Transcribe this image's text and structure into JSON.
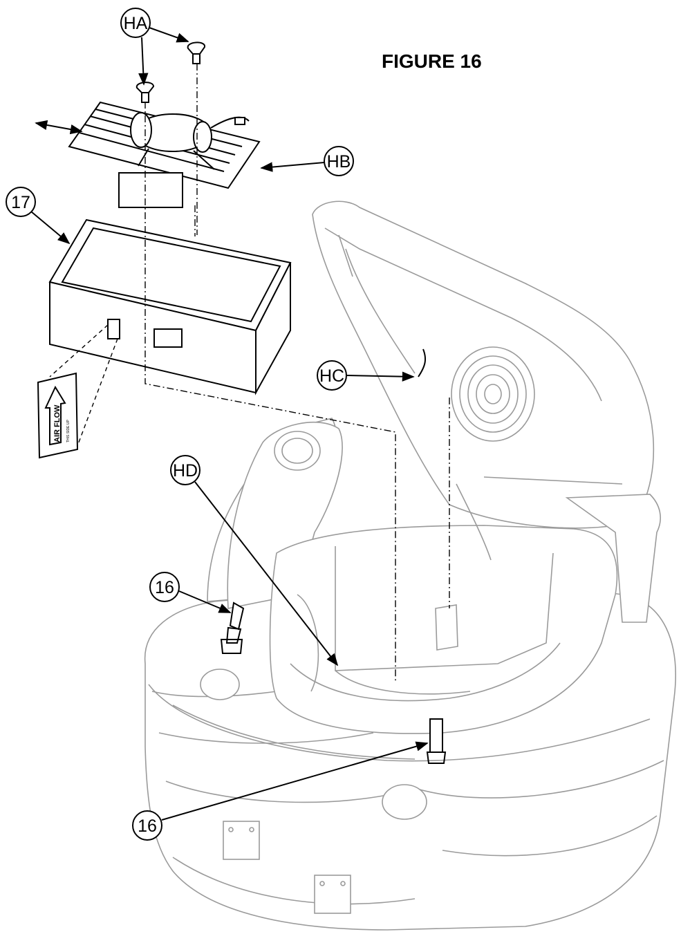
{
  "figure": {
    "title": "FIGURE 16"
  },
  "callouts": {
    "ha": "HA",
    "hb": "HB",
    "hc": "HC",
    "hd": "HD",
    "item17": "17",
    "item16_upper": "16",
    "item16_lower": "16"
  },
  "label_plate": {
    "line1": "AIR FLOW",
    "line2": "THIS SIDE UP"
  },
  "colors": {
    "ink": "#000000",
    "faint_lines": "#9a9a9a",
    "background": "#ffffff"
  }
}
